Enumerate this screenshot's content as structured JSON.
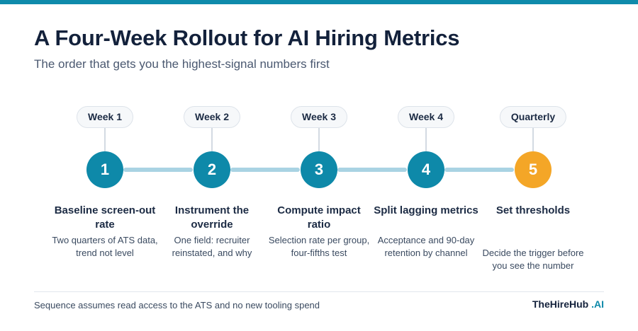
{
  "header": {
    "title": "A Four-Week Rollout for AI Hiring Metrics",
    "subtitle": "The order that gets you the highest-signal numbers first"
  },
  "colors": {
    "accent_teal": "#0e89a9",
    "highlight_amber": "#f4a627",
    "connector": "#a9d3e3"
  },
  "steps": [
    {
      "period": "Week 1",
      "number": "1",
      "title": "Baseline screen-out rate",
      "description": "Two quarters of ATS data, trend not level"
    },
    {
      "period": "Week 2",
      "number": "2",
      "title": "Instrument the override",
      "description": "One field: recruiter reinstated, and why"
    },
    {
      "period": "Week 3",
      "number": "3",
      "title": "Compute impact ratio",
      "description": "Selection rate per group, four-fifths test"
    },
    {
      "period": "Week 4",
      "number": "4",
      "title": "Split lagging metrics",
      "description": "Acceptance and 90-day retention by channel"
    },
    {
      "period": "Quarterly",
      "number": "5",
      "title": "Set thresholds",
      "description": "Decide the trigger before you see the number"
    }
  ],
  "footer": {
    "note": "Sequence assumes read access to the ATS and no new tooling spend",
    "brand_name": "TheHireHub",
    "brand_suffix": ".AI"
  }
}
